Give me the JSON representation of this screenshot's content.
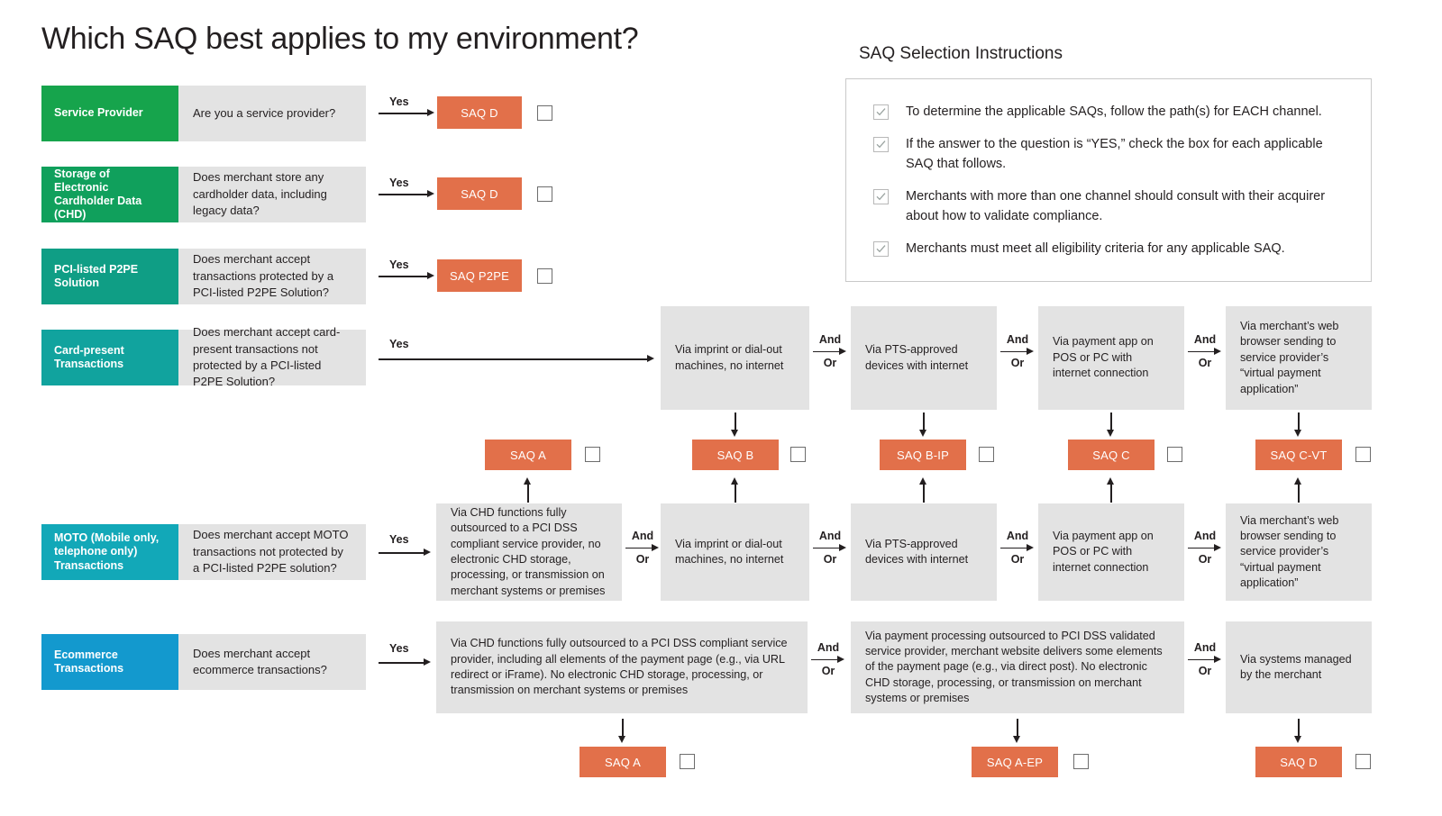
{
  "page": {
    "title": "Which SAQ best applies to my environment?"
  },
  "instructions": {
    "title": "SAQ Selection Instructions",
    "items": [
      {
        "text": "To determine the applicable SAQs, follow the path(s) for EACH channel.",
        "checked": true
      },
      {
        "text": "If the answer to the question is “YES,” check the box for each applicable SAQ that follows.",
        "checked": true
      },
      {
        "text": "Merchants with more than one channel should consult with their acquirer about how to validate compliance.",
        "checked": true
      },
      {
        "text": "Merchants must meet all eligibility criteria for any applicable SAQ.",
        "checked": true
      }
    ]
  },
  "colors": {
    "orange": "#E2704A",
    "gray_box": "#E3E3E3",
    "ink": "#231F20",
    "channel_green_1": "#16A44C",
    "channel_green_2": "#10A05C",
    "channel_green_3": "#0F9E85",
    "channel_green_4": "#11A39E",
    "channel_green_5": "#12A8B8",
    "channel_green_6": "#1399CE"
  },
  "labels": {
    "yes": "Yes",
    "and": "And",
    "or": "Or"
  },
  "channels": [
    {
      "id": "service-provider",
      "name": "Service Provider",
      "question": "Are you a service provider?",
      "color": "#16A44C"
    },
    {
      "id": "chd-storage",
      "name": "Storage of Electronic Cardholder Data (CHD)",
      "question": "Does merchant store any cardholder data, including legacy data?",
      "color": "#10A05C"
    },
    {
      "id": "p2pe",
      "name": "PCI-listed P2PE Solution",
      "question": "Does merchant accept transactions protected by a PCI-listed P2PE Solution?",
      "color": "#0F9E85"
    },
    {
      "id": "card-present",
      "name": "Card-present Transactions",
      "question": "Does merchant accept card-present transactions not protected by a PCI-listed P2PE Solution?",
      "color": "#11A39E"
    },
    {
      "id": "moto",
      "name": "MOTO (Mobile only, telephone only) Transactions",
      "question": "Does merchant accept MOTO transactions not protected by a PCI-listed P2PE solution?",
      "color": "#12A8B8"
    },
    {
      "id": "ecommerce",
      "name": "Ecommerce Transactions",
      "question": "Does merchant accept ecommerce transactions?",
      "color": "#1399CE"
    }
  ],
  "direct_saqs": [
    {
      "label": "SAQ D",
      "checked": false
    },
    {
      "label": "SAQ D",
      "checked": false
    },
    {
      "label": "SAQ  P2PE",
      "checked": false
    }
  ],
  "card_present_options": [
    "Via imprint or dial-out machines, no internet",
    "Via PTS-approved devices with internet",
    "Via payment app on POS or PC with internet connection",
    "Via merchant’s web browser sending to service provider’s “virtual payment application”"
  ],
  "moto_options": [
    "Via CHD functions fully outsourced to a PCI DSS compliant service provider, no electronic CHD storage, processing, or transmission on merchant systems or premises",
    "Via imprint or dial-out machines, no internet",
    "Via PTS-approved devices with internet",
    "Via payment app on POS or PC with internet connection",
    "Via merchant’s web browser sending to service provider’s “virtual payment application”"
  ],
  "ecommerce_options": [
    "Via CHD functions fully outsourced to a PCI DSS compliant service provider, including all elements of the payment page (e.g., via URL redirect or iFrame). No electronic CHD storage, processing, or transmission on merchant systems or premises",
    "Via payment processing outsourced to PCI DSS validated service provider, merchant website delivers some elements of the payment page (e.g., via direct post). No electronic CHD storage, processing, or transmission on merchant systems or premises",
    "Via systems managed by the merchant"
  ],
  "middle_saqs": [
    {
      "label": "SAQ A",
      "checked": false
    },
    {
      "label": "SAQ B",
      "checked": false
    },
    {
      "label": "SAQ B-IP",
      "checked": false
    },
    {
      "label": "SAQ C",
      "checked": false
    },
    {
      "label": "SAQ C-VT",
      "checked": false
    }
  ],
  "bottom_saqs": [
    {
      "label": "SAQ A",
      "checked": false
    },
    {
      "label": "SAQ A-EP",
      "checked": false
    },
    {
      "label": "SAQ D",
      "checked": false
    }
  ]
}
